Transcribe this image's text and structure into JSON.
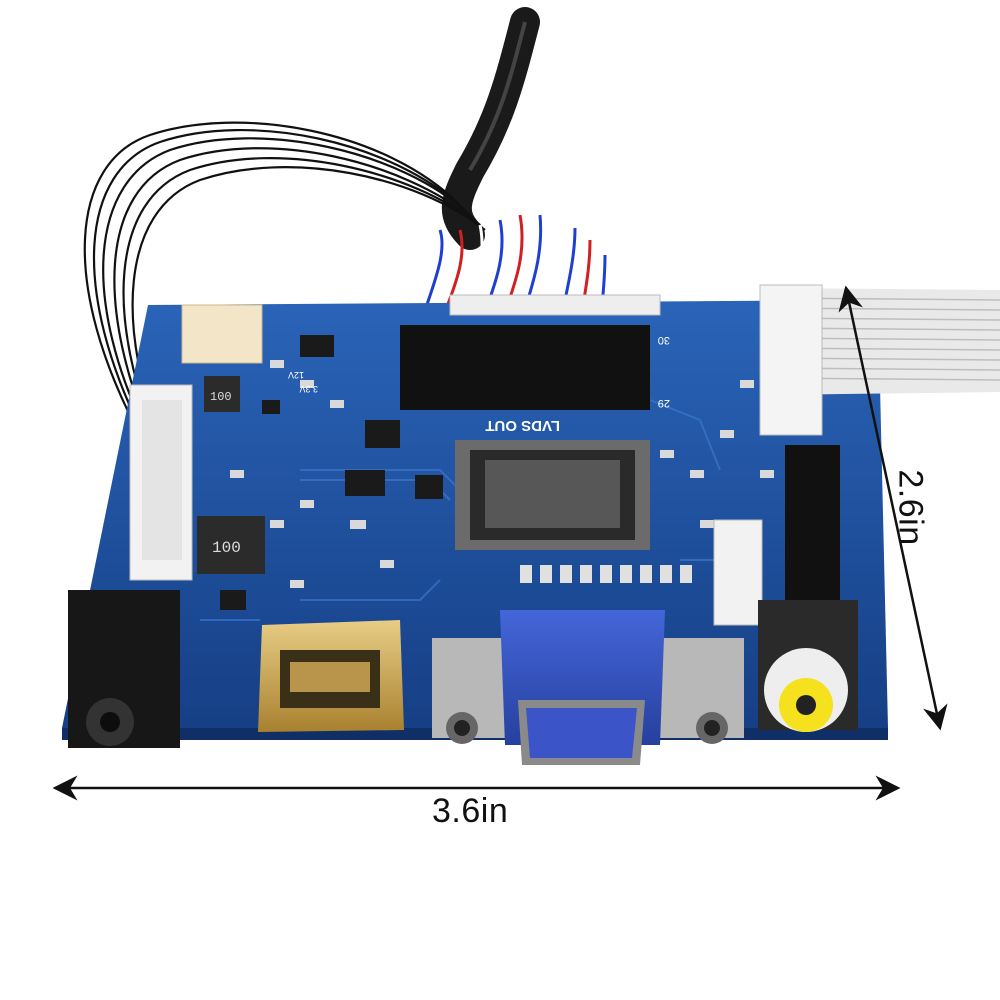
{
  "product_photo": {
    "subject": "lcd-controller-board",
    "silkscreen": {
      "lvds_label": "LVDS OUT",
      "inductor_marking_small": "100",
      "inductor_marking_large": "100",
      "pin_label_30": "30",
      "pin_label_29": "29",
      "voltage_12v": "12V",
      "voltage_33v": "3.3V"
    },
    "colors": {
      "pcb": "#1a4f9c",
      "pcb_dark": "#123a78",
      "vga_connector": "#2f4fc4",
      "hdmi_gold": "#c9a550",
      "rca_yellow": "#f5e11e"
    }
  },
  "dimensions": {
    "width_label": "3.6in",
    "height_label": "2.6in"
  }
}
